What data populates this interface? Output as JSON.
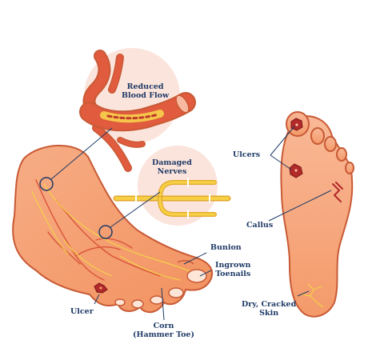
{
  "labels": {
    "reduced_blood_flow": [
      "Reduced",
      "Blood Flow"
    ],
    "damaged_nerves": [
      "Damaged",
      "Nerves"
    ],
    "ulcers": "Ulcers",
    "callus": "Callus",
    "bunion": "Bunion",
    "ingrown_toenails": [
      "Ingrown",
      "Toenails"
    ],
    "ulcer": "Ulcer",
    "corn": [
      "Corn",
      "(Hammer Toe)"
    ],
    "dry_cracked_skin": [
      "Dry, Cracked",
      "Skin"
    ]
  },
  "colors": {
    "skin": "#f6a277",
    "skin_light": "#fbc7a3",
    "outline": "#c85a35",
    "nerve": "#f4c434",
    "vein": "#d9543a",
    "circle_bg": "#fbe4dc",
    "label": "#1f3a66",
    "leader": "#1f3a66"
  }
}
